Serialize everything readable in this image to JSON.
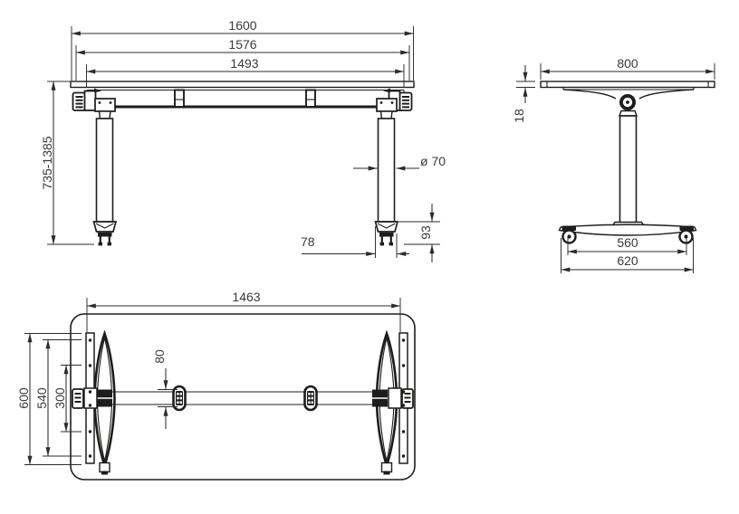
{
  "drawing": {
    "background": "#ffffff",
    "line_color": "#1d1d1b",
    "text_color": "#3a3a3a",
    "views": {
      "front": {
        "name": "front-elevation",
        "dims": {
          "total_width": "1600",
          "frame_width": "1576",
          "rail_length": "1493",
          "height_range": "735-1385",
          "column_diameter": "ø 70",
          "caster_width": "78",
          "caster_height": "93"
        }
      },
      "side": {
        "name": "side-elevation",
        "dims": {
          "top_depth": "800",
          "top_thickness": "18",
          "wheel_spacing": "560",
          "foot_depth": "620"
        }
      },
      "plan": {
        "name": "underside-plan",
        "dims": {
          "rail_spacing": "1463",
          "foot_length": "600",
          "rail_hole_span_outer": "540",
          "rail_hole_span_inner": "300",
          "beam_width": "80"
        }
      }
    }
  }
}
